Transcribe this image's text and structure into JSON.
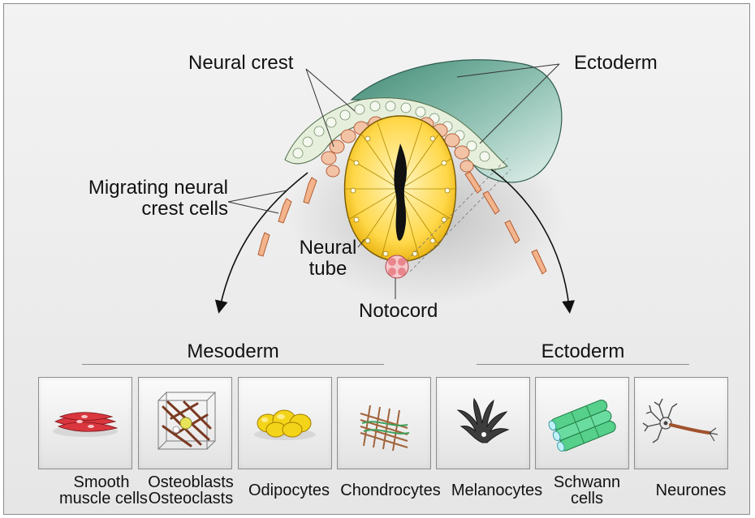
{
  "labels": {
    "neural_crest": "Neural crest",
    "ectoderm_top": "Ectoderm",
    "migrating": [
      "Migrating neural",
      "crest cells"
    ],
    "neural_tube": [
      "Neural",
      "tube"
    ],
    "notocord": "Notocord"
  },
  "groups": {
    "mesoderm": "Mesoderm",
    "ectoderm": "Ectoderm"
  },
  "cells": [
    {
      "lines": [
        "Smooth",
        "muscle cells"
      ],
      "icon": "smooth-muscle-icon"
    },
    {
      "lines": [
        "Osteoblasts",
        "Osteoclasts"
      ],
      "icon": "osteoblast-icon"
    },
    {
      "lines": [
        "Odipocytes"
      ],
      "icon": "adipocyte-icon"
    },
    {
      "lines": [
        "Chondrocytes"
      ],
      "icon": "chondrocyte-icon"
    },
    {
      "lines": [
        "Melanocytes"
      ],
      "icon": "melanocyte-icon"
    },
    {
      "lines": [
        "Schwann",
        "cells"
      ],
      "icon": "schwann-cell-icon"
    },
    {
      "lines": [
        "Neurones"
      ],
      "icon": "neurone-icon"
    }
  ],
  "colors": {
    "ectoderm": "#5e9e8c",
    "neural_tube": "#f2c000",
    "neural_crest": "#e8a07a",
    "notocord": "#d9606a"
  }
}
